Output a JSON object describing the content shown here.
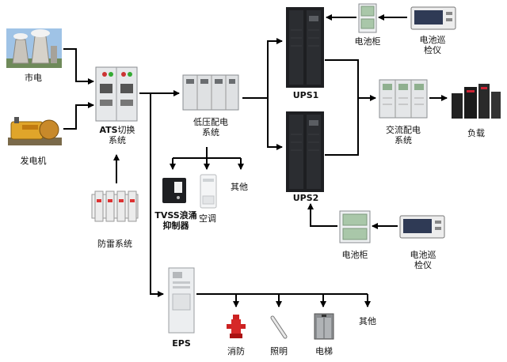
{
  "nodes": {
    "grid_power": {
      "label": "市电"
    },
    "generator": {
      "label": "发电机"
    },
    "ats": {
      "label_bold": "ATS",
      "label_rest": "切换",
      "label_line2": "系统"
    },
    "lightning": {
      "label": "防雷系统"
    },
    "lv_panel": {
      "label_line1": "低压配电",
      "label_line2": "系统"
    },
    "tvss": {
      "label_bold": "TVSS",
      "label_rest": "浪涌",
      "label_line2": "抑制器"
    },
    "aircon": {
      "label": "空调"
    },
    "other_lv": {
      "label": "其他"
    },
    "ups1": {
      "label": "UPS1"
    },
    "ups2": {
      "label": "UPS2"
    },
    "battery_top": {
      "label": "电池柜"
    },
    "monitor_top": {
      "label_line1": "电池巡",
      "label_line2": "检仪"
    },
    "ac_panel": {
      "label_line1": "交流配电",
      "label_line2": "系统"
    },
    "load": {
      "label": "负载"
    },
    "battery_bottom": {
      "label": "电池柜"
    },
    "monitor_bottom": {
      "label_line1": "电池巡",
      "label_line2": "检仪"
    },
    "eps": {
      "label": "EPS"
    },
    "fire": {
      "label": "消防"
    },
    "lighting": {
      "label": "照明"
    },
    "elevator": {
      "label": "电梯"
    },
    "other_eps": {
      "label": "其他"
    }
  },
  "colors": {
    "line": "#000000",
    "cabinet_light": "#e6e8ea",
    "cabinet_dark": "#1e1f22",
    "panel_green": "#a9c7a9"
  }
}
